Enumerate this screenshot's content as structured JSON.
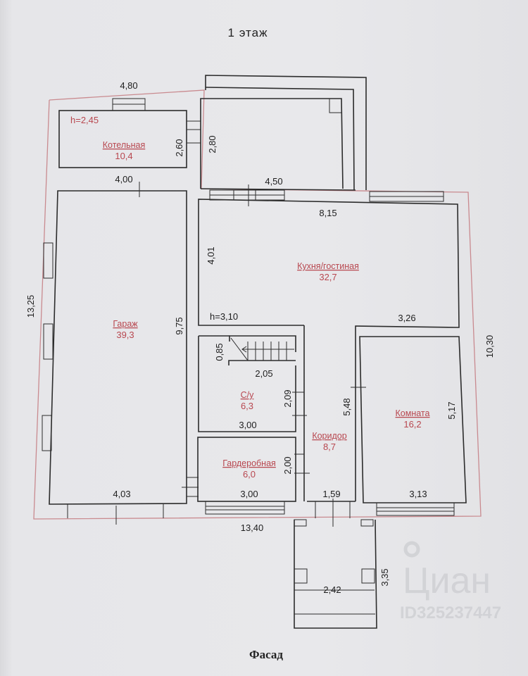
{
  "plan": {
    "title": "1  этаж",
    "facade_label": "Фасад",
    "rooms": [
      {
        "name": "Котельная",
        "area": "10,4",
        "height": "h=2,45"
      },
      {
        "name": "Гараж",
        "area": "39,3"
      },
      {
        "name": "Кухня/гостиная",
        "area": "32,7",
        "height": "h=3,10"
      },
      {
        "name": "С/у",
        "area": "6,3"
      },
      {
        "name": "Гардеробная",
        "area": "6,0"
      },
      {
        "name": "Коридор",
        "area": "8,7"
      },
      {
        "name": "Комната",
        "area": "16,2"
      }
    ],
    "dimensions": {
      "top_boiler": "4,80",
      "boiler_bottom": "4,00",
      "boiler_side": "2,60",
      "terrace_side": "2,80",
      "terrace_bottom": "4,50",
      "kitchen_top": "8,15",
      "kitchen_side": "4,01",
      "kitchen_bottom_right": "3,26",
      "left_total": "13,25",
      "garage_side": "9,75",
      "right_total": "10,30",
      "stair": "0,85",
      "stair_width": "2,05",
      "bath_side": "2,09",
      "bath_bottom": "3,00",
      "corridor_side": "5,48",
      "room_side": "5,17",
      "wardrobe_side": "2,00",
      "wardrobe_bottom": "3,00",
      "garage_bottom": "4,03",
      "corridor_bottom": "1,59",
      "room_bottom": "3,13",
      "total_bottom": "13,40",
      "porch_width": "2,42",
      "porch_depth": "3,35"
    },
    "watermark": {
      "brand": "Циан",
      "id": "ID325237447"
    }
  }
}
